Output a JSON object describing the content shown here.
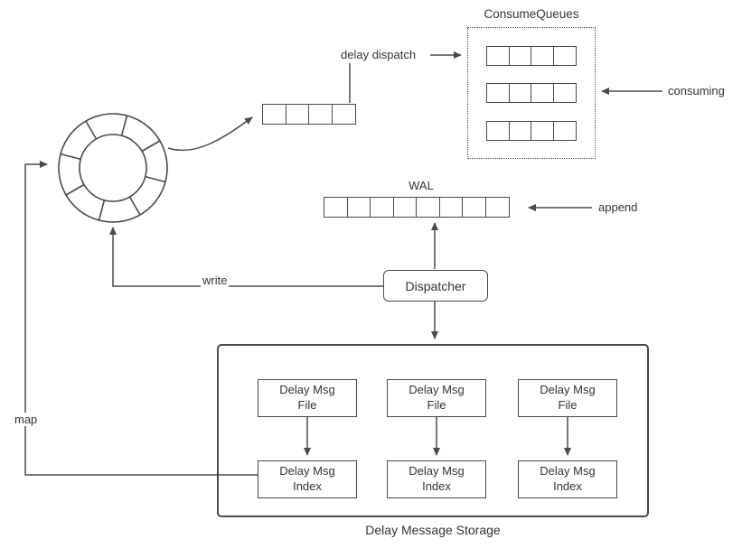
{
  "diagram": {
    "consume_queues": {
      "title": "ConsumeQueues",
      "rows": 3,
      "cells_per_row": 4
    },
    "wheel_queue": {
      "cells": 4
    },
    "wal": {
      "title": "WAL",
      "cells": 8
    },
    "edges": {
      "delay_dispatch": "delay dispatch",
      "consuming": "consuming",
      "append": "append",
      "write": "write",
      "map": "map"
    },
    "dispatcher": {
      "label": "Dispatcher"
    },
    "storage": {
      "title": "Delay Message Storage",
      "columns": [
        {
          "file": "Delay Msg\nFile",
          "index": "Delay Msg\nIndex"
        },
        {
          "file": "Delay Msg\nFile",
          "index": "Delay Msg\nIndex"
        },
        {
          "file": "Delay Msg\nFile",
          "index": "Delay Msg\nIndex"
        }
      ]
    },
    "colors": {
      "line": "#4a4a4a",
      "text": "#333333",
      "background": "#ffffff"
    }
  }
}
